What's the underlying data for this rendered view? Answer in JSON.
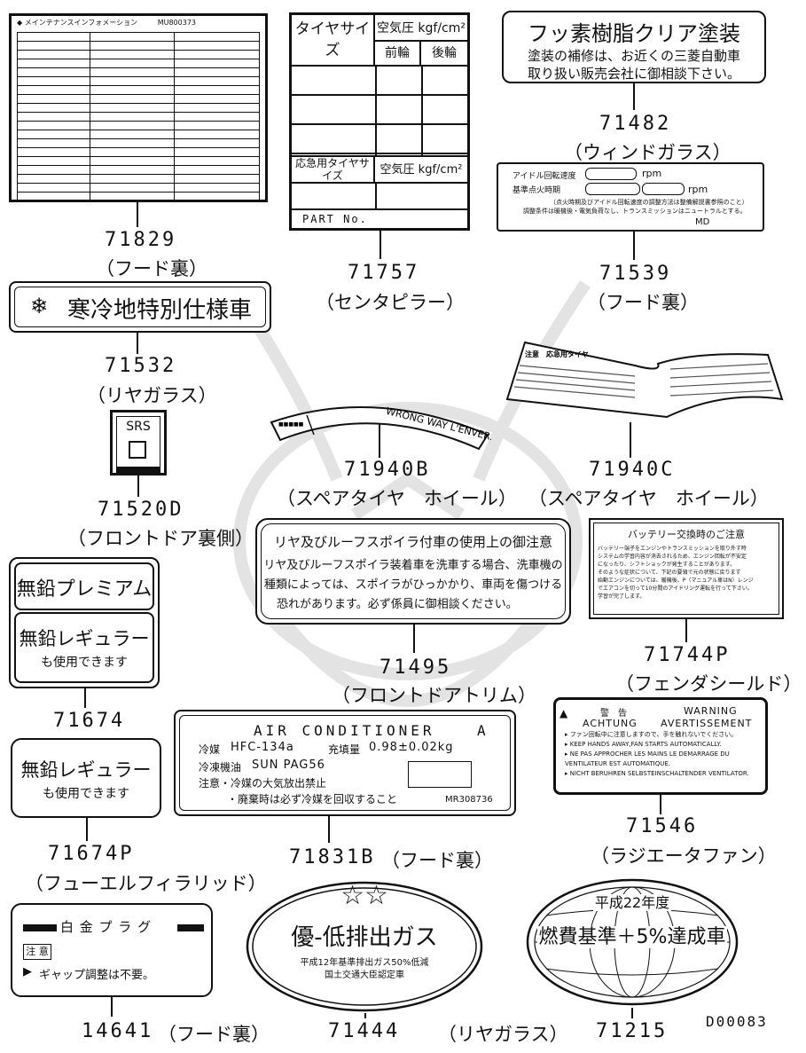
{
  "watermark": {
    "icon": "samurai-helmet-watermark-icon"
  },
  "doc_code": "D00083",
  "labels": {
    "l71829": {
      "part": "71829",
      "loc": "（フード裏）",
      "header": "メインテナンスインフォメーション",
      "code": "MU800373"
    },
    "l71757": {
      "part": "71757",
      "loc": "（センタピラー）",
      "col1": "タイヤサイズ",
      "col2": "空気圧 kgf/cm²",
      "front": "前輪",
      "rear": "後輪",
      "spare": "応急用タイヤサイズ",
      "spare_pressure": "空気圧 kgf/cm²",
      "partno": "PART No."
    },
    "l71482": {
      "part": "71482",
      "loc": "（ウィンドガラス）",
      "title": "フッ素樹脂クリア塗装",
      "line1": "塗装の補修は、お近くの三菱自動車",
      "line2": "取り扱い販売会社に御相談下さい。"
    },
    "l71539": {
      "part": "71539",
      "loc": "（フード裏）",
      "idle": "アイドル回転速度",
      "timing": "基準点火時期",
      "rpm": "rpm",
      "note1": "（点火時期及びアイドル回転速度の調整方法は整備解説書参照のこと）",
      "note2": "調整条件は暖機後・電気負荷なし、トランスミッションはニュートラルとする。",
      "md": "MD"
    },
    "l71532": {
      "part": "71532",
      "loc": "（リヤガラス）",
      "text": "寒冷地特別仕様車"
    },
    "l71520D": {
      "part": "71520D",
      "loc": "（フロントドア裏側）",
      "srs": "SRS"
    },
    "l71940B": {
      "part": "71940B",
      "loc": "（スペアタイヤ　ホイール）",
      "text": "WRONG WAY L'ENVERS"
    },
    "l71940C": {
      "part": "71940C",
      "loc": "（スペアタイヤ　ホイール）",
      "title": "注意　応急用タイヤ"
    },
    "l71674": {
      "part": "71674",
      "t1": "無鉛プレミアム",
      "t2": "無鉛レギュラー",
      "t3": "も使用できます"
    },
    "l71495": {
      "part": "71495",
      "loc": "（フロントドアトリム）",
      "title": "リヤ及びルーフスポイラ付車の使用上の御注意",
      "line1": "リヤ及びルーフスポイラ装着車を洗車する場合、洗車機の",
      "line2": "種類によっては、スポイラがひっかかり、車両を傷つける",
      "line3": "恐れがあります。必ず係員に御相談ください。"
    },
    "l71744P": {
      "part": "71744P",
      "loc": "（フェンダシールド）",
      "title": "バッテリー交換時のご注意",
      "lines": [
        "バッテリー端子をエンジンやトランスミッションを取り外す時",
        "システムの学習内容が消去されるため、エンジン回転が不安定",
        "になったり、シフトショックが発生することがあります。",
        "そのような症状について、下記の要領で元の状態に戻ります",
        "始動エンジンについては、暖機後、P（マニュアル車はN）レンジ",
        "でエアコンを切って10分間のアイドリング運転を行って下さい。",
        "学習が完了します。"
      ]
    },
    "l71674P": {
      "part": "71674P",
      "loc": "（フューエルフィラリッド）",
      "t1": "無鉛レギュラー",
      "t2": "も使用できます"
    },
    "l71831B": {
      "part": "71831B",
      "loc": "（フード裏）",
      "title": "AIR CONDITIONER",
      "grade": "A",
      "r1a": "冷媒",
      "r1b": "HFC-134a",
      "r1c": "充填量",
      "r1d": "0.98±0.02kg",
      "r2a": "冷凍機油",
      "r2b": "SUN PAG56",
      "r3": "注意・冷媒の大気放出禁止",
      "r4": "・廃棄時は必ず冷媒を回収すること",
      "code": "MR308736"
    },
    "l71546": {
      "part": "71546",
      "loc": "（ラジエータファン）",
      "jp": "警　告",
      "en": "WARNING",
      "de": "ACHTUNG",
      "fr": "AVERTISSEMENT",
      "lines": [
        "ファン回転中に注意しますので、手を触れないでください。",
        "KEEP HANDS AWAY,FAN STARTS AUTOMATICALLY.",
        "NE PAS APPROCHER LES MAINS LE DEMARRAGE DU VENTILATEUR EST AUTOMATIQUE.",
        "NICHT BERUHREN SELBSTEINSCHALTENDER VENTILATOR."
      ]
    },
    "l14641": {
      "part": "14641",
      "loc": "（フード裏）",
      "title": "白 金 プ ラ グ",
      "warn": "注 意",
      "text": "ギャップ調整は不要。"
    },
    "l71444": {
      "part": "71444",
      "loc": "（リヤガラス）",
      "stars": "☆☆",
      "main": "優-低排出ガス",
      "sub1": "平成12年基準排出ガス50%低減",
      "sub2": "国土交通大臣認定車"
    },
    "l71215": {
      "part": "71215",
      "top": "平成22年度",
      "main": "燃費基準＋5%達成車"
    }
  }
}
